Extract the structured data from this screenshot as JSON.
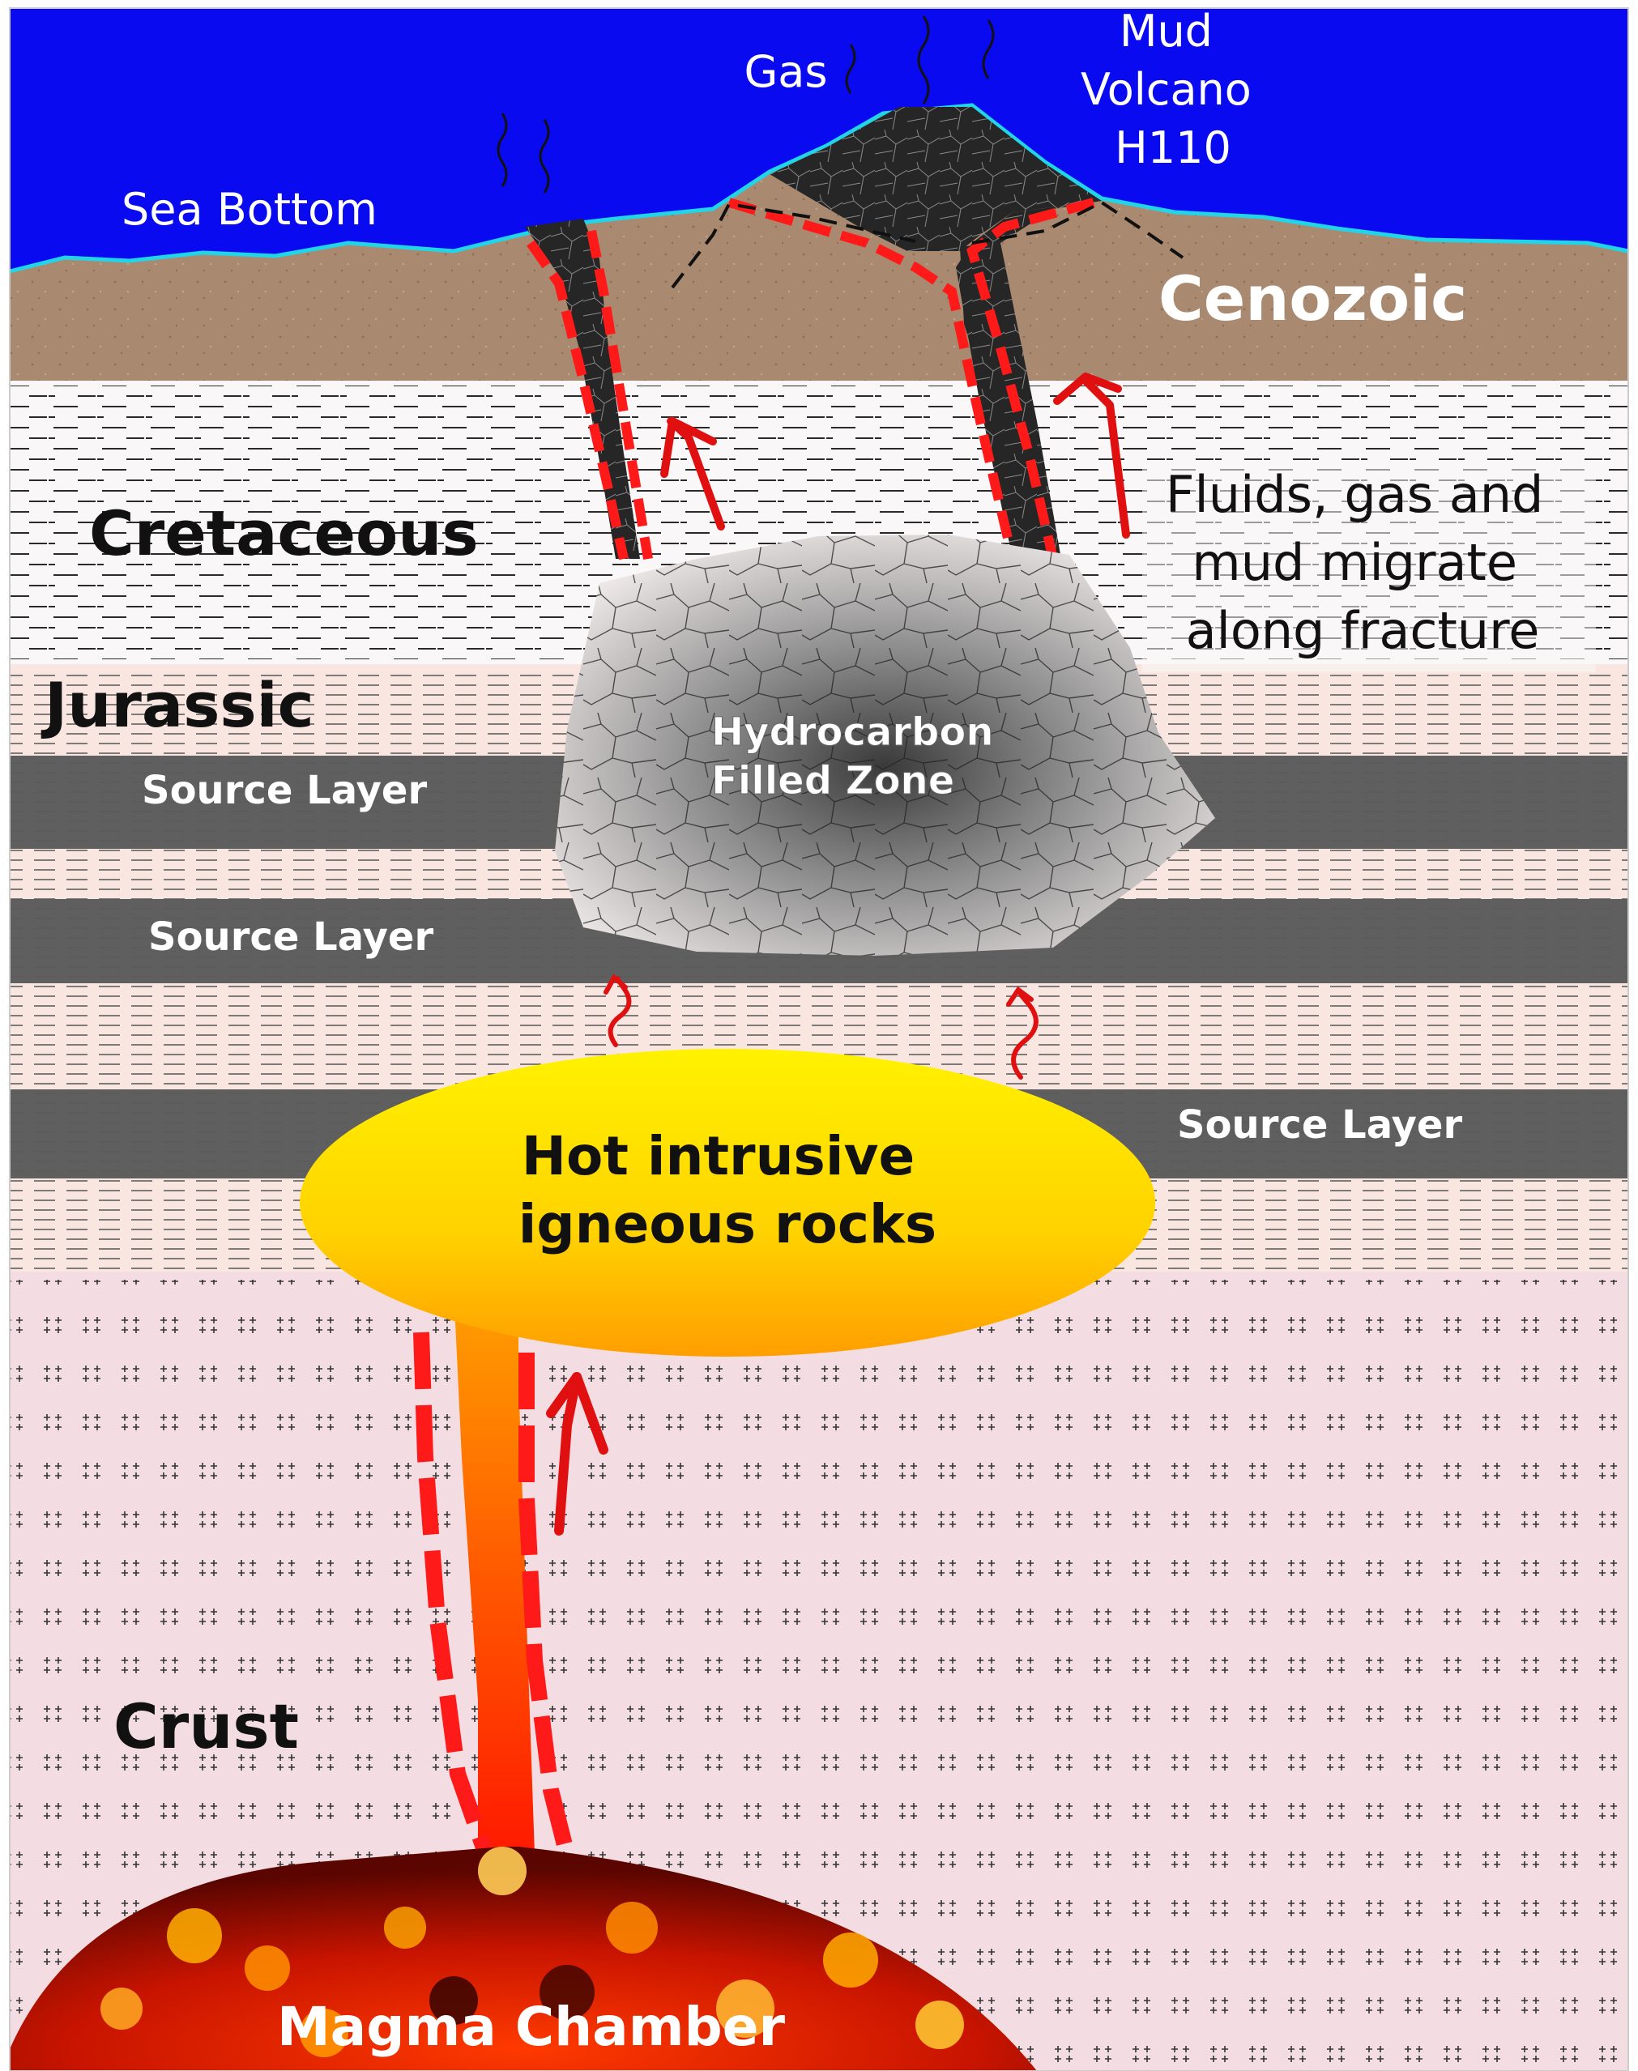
{
  "labels": {
    "gas": "Gas",
    "mud_volcano": [
      "Mud",
      "Volcano",
      "H110"
    ],
    "sea_bottom": "Sea Bottom",
    "cenozoic": "Cenozoic",
    "cretaceous": "Cretaceous",
    "fluids": [
      "Fluids, gas and",
      "mud migrate",
      "along fracture"
    ],
    "jurassic": "Jurassic",
    "hydrocarbon": [
      "Hydrocarbon",
      "Filled Zone"
    ],
    "source_layer_1": "Source Layer",
    "source_layer_2": "Source Layer",
    "source_layer_3": "Source Layer",
    "hot_intrusive": [
      "Hot intrusive",
      "igneous rocks"
    ],
    "crust": "Crust",
    "magma_chamber": "Magma Chamber"
  },
  "colors": {
    "sea": "#0a0af0",
    "sea_floor_line": "#22d4e8",
    "cenozoic": "#a98a70",
    "cretaceous": "#f9f7f8",
    "jurassic": "#f9e6e1",
    "source_layer": "#5f5f5f",
    "crust": "#f4dde2",
    "conduit": "#2a2a2a",
    "fracture_margin": "#ff1a1a",
    "arrow": "#e01010",
    "intrusion_top": "#ffee00",
    "intrusion_bottom": "#ff9a00",
    "magma": "#c81400"
  }
}
